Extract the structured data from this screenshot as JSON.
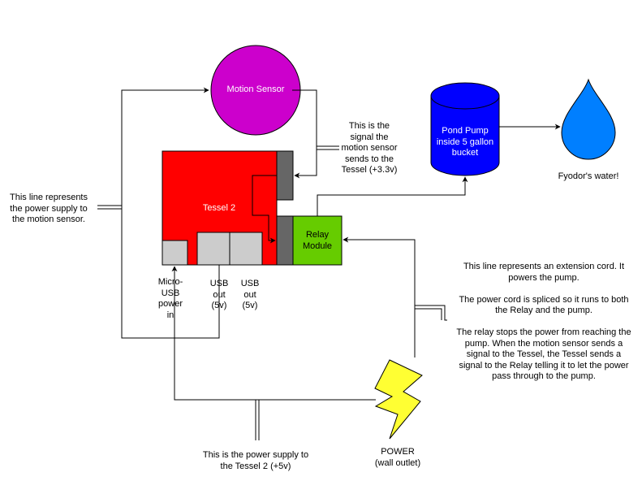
{
  "nodes": {
    "motion_sensor": "Motion Sensor",
    "tessel": "Tessel 2",
    "relay": "Relay\nModule",
    "pump": "Pond Pump\ninside 5 gallon\nbucket",
    "water": "Fyodor's water!",
    "power": "POWER",
    "power_sub": "(wall outlet)",
    "micro_usb": "Micro-\nUSB\npower\nin",
    "usb_out_1": "USB\nout\n(5v)",
    "usb_out_2": "USB\nout\n(5v)"
  },
  "notes": {
    "sensor_power": "This line represents\nthe power supply to\nthe motion sensor.",
    "sensor_signal": "This is the\nsignal the\nmotion sensor\nsends to the\nTessel (+3.3v)",
    "extension_cord": "This line represents an extension cord. It\npowers the pump.\n\nThe power cord is spliced so it runs to both\nthe Relay and the pump.\n\nThe relay stops the power from reaching the\npump. When the motion sensor sends a\nsignal to the Tessel, the Tessel sends a\nsignal to the Relay telling it to let the power\npass through to the pump.",
    "tessel_power": "This is the power supply to\nthe Tessel 2 (+5v)"
  },
  "colors": {
    "motion_sensor": "#CC00CC",
    "tessel": "#FF0000",
    "connector": "#666666",
    "port": "#CCCCCC",
    "relay": "#66CC00",
    "pump": "#0000FF",
    "water": "#007FFF",
    "power": "#FFFF33"
  }
}
